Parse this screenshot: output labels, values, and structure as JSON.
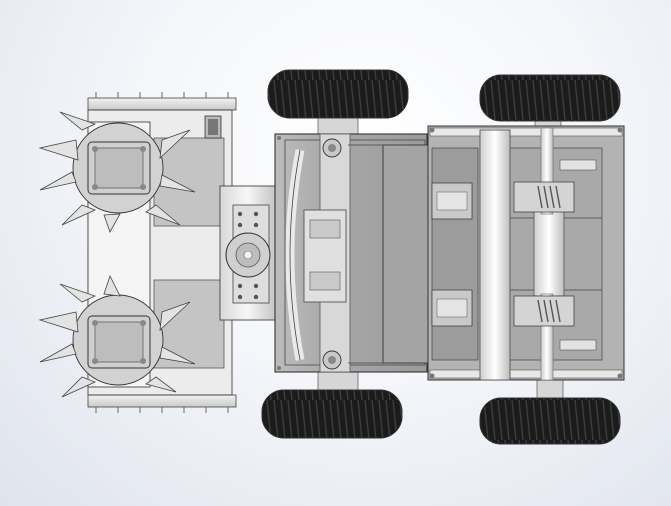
{
  "scene": {
    "view": "top-view",
    "colors": {
      "background_light": "#ffffff",
      "background_dark": "#dfe3ec",
      "metal_light": "#e6e6e6",
      "metal_mid": "#c8c8c8",
      "metal_dark": "#8c8c8c",
      "outline": "#3a3a3a",
      "tire": "#1c1c1c",
      "tire_tread": "#3c3c3c"
    },
    "components": [
      "spiked-roller-top",
      "spiked-roller-bottom",
      "roller-frame",
      "hitch-plate",
      "chassis-body",
      "front-left-wheel",
      "front-right-wheel",
      "rear-left-wheel",
      "rear-right-wheel",
      "drive-axle",
      "screw-actuator-top",
      "screw-actuator-bottom"
    ]
  }
}
